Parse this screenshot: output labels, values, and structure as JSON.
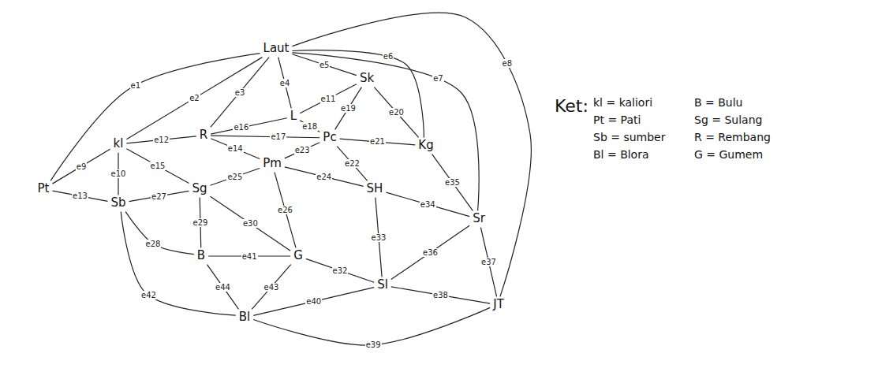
{
  "diagram": {
    "nodes": [
      {
        "text": [
          "Laut"
        ]
      },
      {
        "text": [
          "Sk"
        ]
      },
      {
        "text": [
          "L"
        ]
      },
      {
        "text": [
          "Pc"
        ]
      },
      {
        "text": [
          "Kg"
        ]
      },
      {
        "text": [
          "R"
        ]
      },
      {
        "text": [
          "kl"
        ]
      },
      {
        "text": [
          "Pt"
        ]
      },
      {
        "text": [
          "Sb"
        ]
      },
      {
        "text": [
          "Sg"
        ]
      },
      {
        "text": [
          "Pm"
        ]
      },
      {
        "text": [
          "SH"
        ]
      },
      {
        "text": [
          "Sr"
        ]
      },
      {
        "text": [
          "B"
        ]
      },
      {
        "text": [
          "G"
        ]
      },
      {
        "text": [
          "Sl"
        ]
      },
      {
        "text": [
          "Bl"
        ]
      },
      {
        "text": [
          "JT"
        ]
      }
    ],
    "edges": [
      {
        "from": 7,
        "to": 0,
        "arrow": "none",
        "label": "e1"
      },
      {
        "from": 6,
        "to": 0,
        "arrow": "none",
        "label": "e2"
      },
      {
        "from": 5,
        "to": 0,
        "arrow": "none",
        "label": "e3"
      },
      {
        "from": 2,
        "to": 0,
        "arrow": "none",
        "label": "e4"
      },
      {
        "from": 0,
        "to": 1,
        "arrow": "none",
        "label": "e5"
      },
      {
        "from": 0,
        "to": 4,
        "arrow": "none",
        "label": "e6"
      },
      {
        "from": 0,
        "to": 12,
        "arrow": "none",
        "label": "e7"
      },
      {
        "from": 0,
        "to": 17,
        "arrow": "none",
        "label": "e8"
      },
      {
        "from": 7,
        "to": 6,
        "arrow": "none",
        "label": "e9"
      },
      {
        "from": 6,
        "to": 8,
        "arrow": "none",
        "label": "e10"
      },
      {
        "from": 2,
        "to": 1,
        "arrow": "none",
        "label": "e11"
      },
      {
        "from": 6,
        "to": 5,
        "arrow": "none",
        "label": "e12"
      },
      {
        "from": 7,
        "to": 8,
        "arrow": "none",
        "label": "e13"
      },
      {
        "from": 5,
        "to": 10,
        "arrow": "none",
        "label": "e14"
      },
      {
        "from": 6,
        "to": 9,
        "arrow": "none",
        "label": "e15"
      },
      {
        "from": 5,
        "to": 2,
        "arrow": "none",
        "label": "e16"
      },
      {
        "from": 5,
        "to": 3,
        "arrow": "none",
        "label": "e17"
      },
      {
        "from": 2,
        "to": 3,
        "arrow": "none",
        "label": "e18"
      },
      {
        "from": 1,
        "to": 3,
        "arrow": "none",
        "label": "e19"
      },
      {
        "from": 1,
        "to": 4,
        "arrow": "none",
        "label": "e20"
      },
      {
        "from": 3,
        "to": 4,
        "arrow": "none",
        "label": "e21"
      },
      {
        "from": 3,
        "to": 11,
        "arrow": "none",
        "label": "e22"
      },
      {
        "from": 10,
        "to": 3,
        "arrow": "none",
        "label": "e23"
      },
      {
        "from": 10,
        "to": 11,
        "arrow": "none",
        "label": "e24"
      },
      {
        "from": 9,
        "to": 10,
        "arrow": "none",
        "label": "e25"
      },
      {
        "from": 10,
        "to": 14,
        "arrow": "none",
        "label": "e26"
      },
      {
        "from": 8,
        "to": 9,
        "arrow": "none",
        "label": "e27"
      },
      {
        "from": 8,
        "to": 13,
        "arrow": "none",
        "label": "e28"
      },
      {
        "from": 9,
        "to": 13,
        "arrow": "none",
        "label": "e29"
      },
      {
        "from": 9,
        "to": 14,
        "arrow": "none",
        "label": "e30"
      },
      {
        "from": 14,
        "to": 15,
        "arrow": "none",
        "label": "e32"
      },
      {
        "from": 11,
        "to": 15,
        "arrow": "none",
        "label": "e33"
      },
      {
        "from": 11,
        "to": 12,
        "arrow": "none",
        "label": "e34"
      },
      {
        "from": 4,
        "to": 12,
        "arrow": "none",
        "label": "e35"
      },
      {
        "from": 12,
        "to": 15,
        "arrow": "none",
        "label": "e36"
      },
      {
        "from": 12,
        "to": 17,
        "arrow": "none",
        "label": "e37"
      },
      {
        "from": 15,
        "to": 17,
        "arrow": "none",
        "label": "e38"
      },
      {
        "from": 16,
        "to": 17,
        "arrow": "none",
        "label": "e39"
      },
      {
        "from": 16,
        "to": 15,
        "arrow": "none",
        "label": "e40"
      },
      {
        "from": 13,
        "to": 14,
        "arrow": "none",
        "label": "e41"
      },
      {
        "from": 8,
        "to": 16,
        "arrow": "none",
        "label": "e42"
      },
      {
        "from": 14,
        "to": 16,
        "arrow": "none",
        "label": "e43"
      },
      {
        "from": 13,
        "to": 16,
        "arrow": "none",
        "label": "e44"
      }
    ],
    "labels": [
      "Ket:",
      "kl = kaliori",
      "Pt = Pati",
      "Sb = sumber",
      "Bl = Blora",
      "B = Bulu",
      "Sg = Sulang",
      "R = Rembang",
      "G = Gumem"
    ]
  }
}
